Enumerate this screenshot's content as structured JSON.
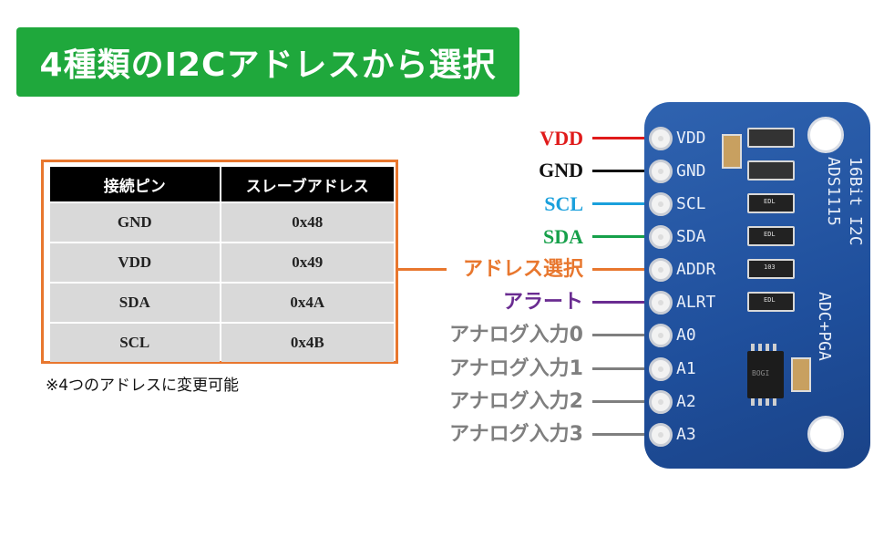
{
  "title": "4種類のI2Cアドレスから選択",
  "address_table": {
    "headers": [
      "接続ピン",
      "スレーブアドレス"
    ],
    "rows": [
      [
        "GND",
        "0x48"
      ],
      [
        "VDD",
        "0x49"
      ],
      [
        "SDA",
        "0x4A"
      ],
      [
        "SCL",
        "0x4B"
      ]
    ]
  },
  "note": "※4つのアドレスに変更可能",
  "pin_labels": [
    {
      "text": "VDD",
      "color": "#e01b1b"
    },
    {
      "text": "GND",
      "color": "#111111"
    },
    {
      "text": "SCL",
      "color": "#1aa0dc"
    },
    {
      "text": "SDA",
      "color": "#16a04a"
    },
    {
      "text": "アドレス選択",
      "color": "#e8772e"
    },
    {
      "text": "アラート",
      "color": "#6a2c91"
    },
    {
      "text": "アナログ入力0",
      "color": "#7f7f7f"
    },
    {
      "text": "アナログ入力1",
      "color": "#7f7f7f"
    },
    {
      "text": "アナログ入力2",
      "color": "#7f7f7f"
    },
    {
      "text": "アナログ入力3",
      "color": "#7f7f7f"
    }
  ],
  "board": {
    "pins": [
      "VDD",
      "GND",
      "SCL",
      "SDA",
      "ADDR",
      "ALRT",
      "A0",
      "A1",
      "A2",
      "A3"
    ],
    "silkscreen": [
      "16Bit I2C",
      "ADS1115",
      "ADC+PGA"
    ],
    "resistor_labels": [
      "EDL",
      "EDL",
      "103",
      "EDL"
    ],
    "ic_label": "BOGI"
  }
}
